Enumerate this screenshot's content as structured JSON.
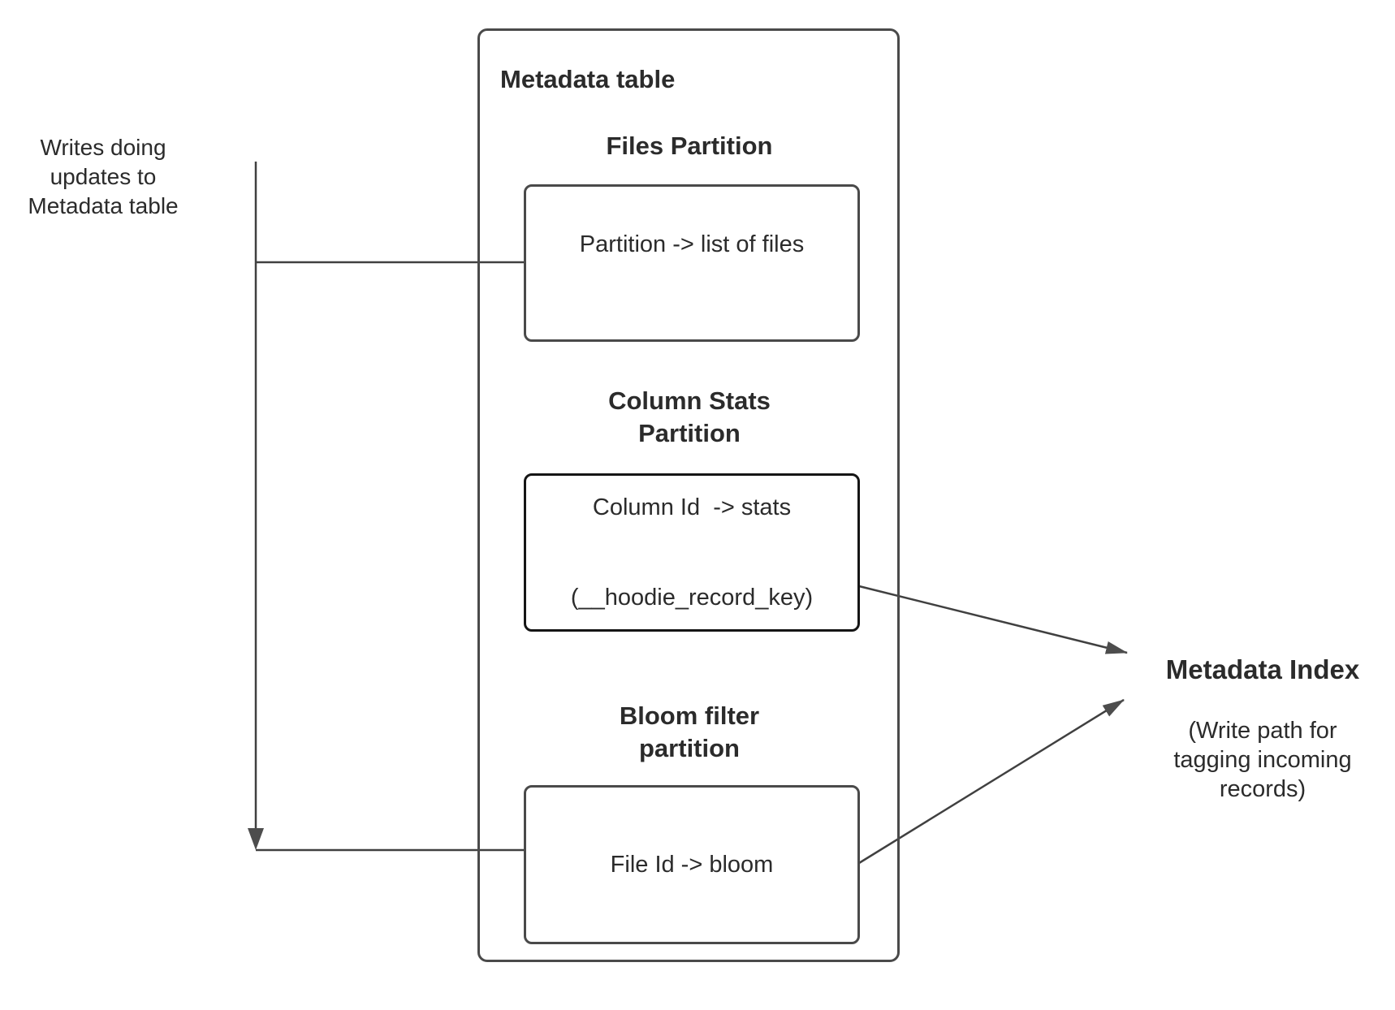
{
  "colors": {
    "background": "#ffffff",
    "connector_line": "#404040",
    "box_border": "#4a4a4a",
    "box_border_dark": "#151515",
    "text": "#2b2b2b"
  },
  "left_note": {
    "line1": "Writes doing",
    "line2": "updates to",
    "line3": "Metadata table"
  },
  "metadata_table": {
    "title": "Metadata table"
  },
  "files_partition": {
    "heading": "Files Partition",
    "body": "Partition -> list of files"
  },
  "column_stats_partition": {
    "heading_line1": "Column Stats",
    "heading_line2": "Partition",
    "body_line1": "Column Id  -> stats",
    "body_line2": "(__hoodie_record_key)"
  },
  "bloom_partition": {
    "heading_line1": "Bloom filter",
    "heading_line2": "partition",
    "body": "File Id -> bloom"
  },
  "metadata_index": {
    "title": "Metadata Index",
    "sub_line1": "(Write path for",
    "sub_line2": "tagging incoming",
    "sub_line3": "records)"
  }
}
